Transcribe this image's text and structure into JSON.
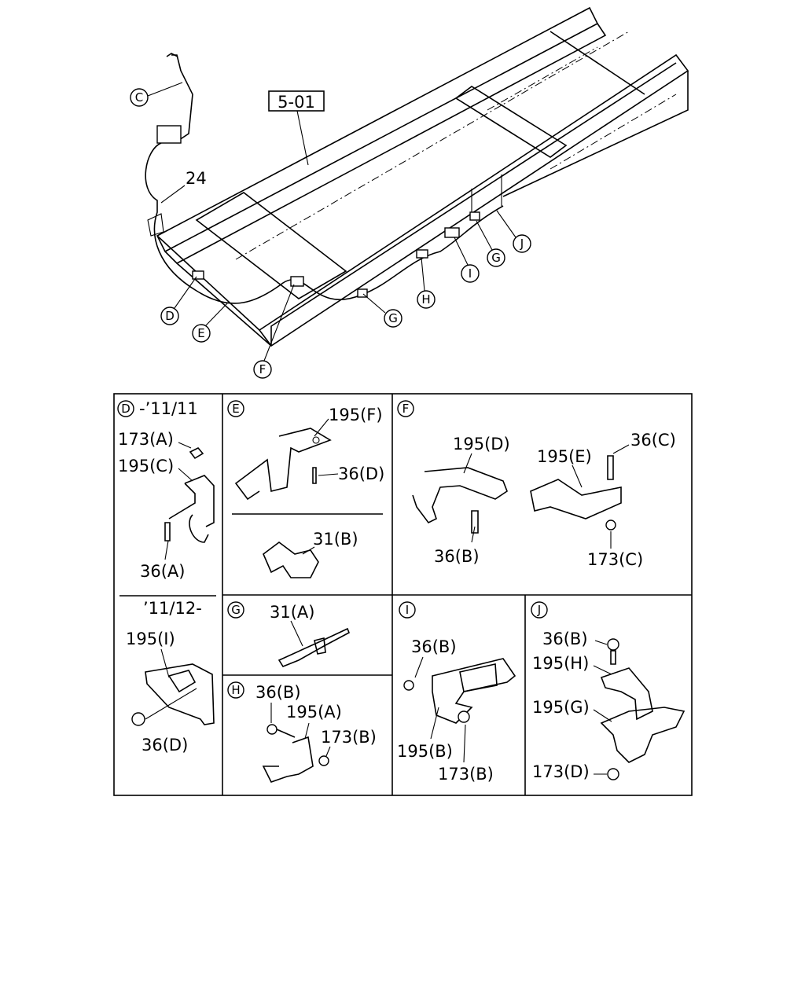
{
  "main_view": {
    "ref_box": "5-01",
    "part_24": "24",
    "callouts": {
      "C": "C",
      "D": "D",
      "E": "E",
      "F": "F",
      "G1": "G",
      "H": "H",
      "I": "I",
      "G2": "G",
      "J": "J"
    }
  },
  "panels": {
    "D": {
      "marker": "D",
      "date": "-’11/11",
      "labels": [
        "173(A)",
        "195(C)",
        "36(A)"
      ]
    },
    "D2": {
      "date": "’11/12-",
      "labels": [
        "195(I)",
        "36(D)"
      ]
    },
    "E": {
      "marker": "E",
      "labels": [
        "195(F)",
        "36(D)",
        "31(B)"
      ]
    },
    "F": {
      "marker": "F",
      "labels": [
        "195(D)",
        "36(B)",
        "195(E)",
        "36(C)",
        "173(C)"
      ]
    },
    "G": {
      "marker": "G",
      "labels": [
        "31(A)"
      ]
    },
    "H": {
      "marker": "H",
      "labels": [
        "36(B)",
        "195(A)",
        "173(B)"
      ]
    },
    "I": {
      "marker": "I",
      "labels": [
        "36(B)",
        "195(B)",
        "173(B)"
      ]
    },
    "J": {
      "marker": "J",
      "labels": [
        "36(B)",
        "195(H)",
        "195(G)",
        "173(D)"
      ]
    }
  }
}
